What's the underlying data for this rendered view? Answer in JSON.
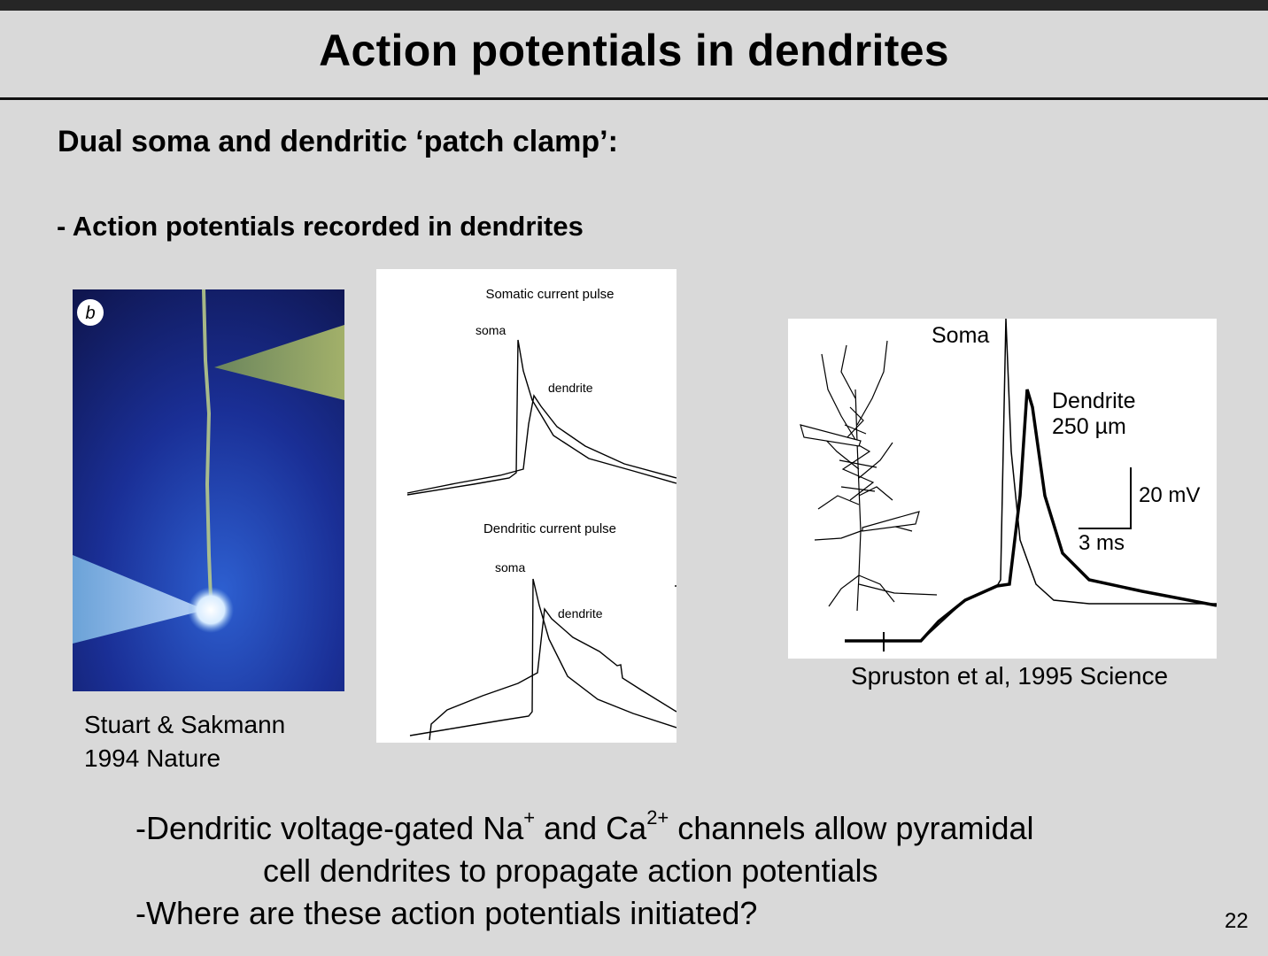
{
  "slide": {
    "title": "Action potentials in dendrites",
    "subtitle": "Dual soma and dendritic ‘patch clamp’:",
    "bullet1": "- Action potentials recorded in dendrites",
    "page_number": "22"
  },
  "photo": {
    "panel_letter": "b",
    "caption_line1": "Stuart & Sakmann",
    "caption_line2": "1994 Nature"
  },
  "traces_panel": {
    "top_title": "Somatic current pulse",
    "top_soma": "soma",
    "top_dendrite": "dendrite",
    "bottom_title": "Dendritic current pulse",
    "bottom_soma": "soma",
    "bottom_dendrite": "dendrite"
  },
  "spruston_panel": {
    "soma_label": "Soma",
    "dendrite_label": "Dendrite",
    "distance_label": "250 µm",
    "scale_v": "20 mV",
    "scale_t": "3 ms",
    "caption": "Spruston et al, 1995 Science"
  },
  "bottom_text": {
    "line1_a": "-Dendritic voltage-gated Na",
    "line1_sup1": "+",
    "line1_b": " and Ca",
    "line1_sup2": "2+",
    "line1_c": " channels allow pyramidal",
    "line2": "cell dendrites to propagate action potentials",
    "line3": "-Where are these action potentials initiated?"
  }
}
